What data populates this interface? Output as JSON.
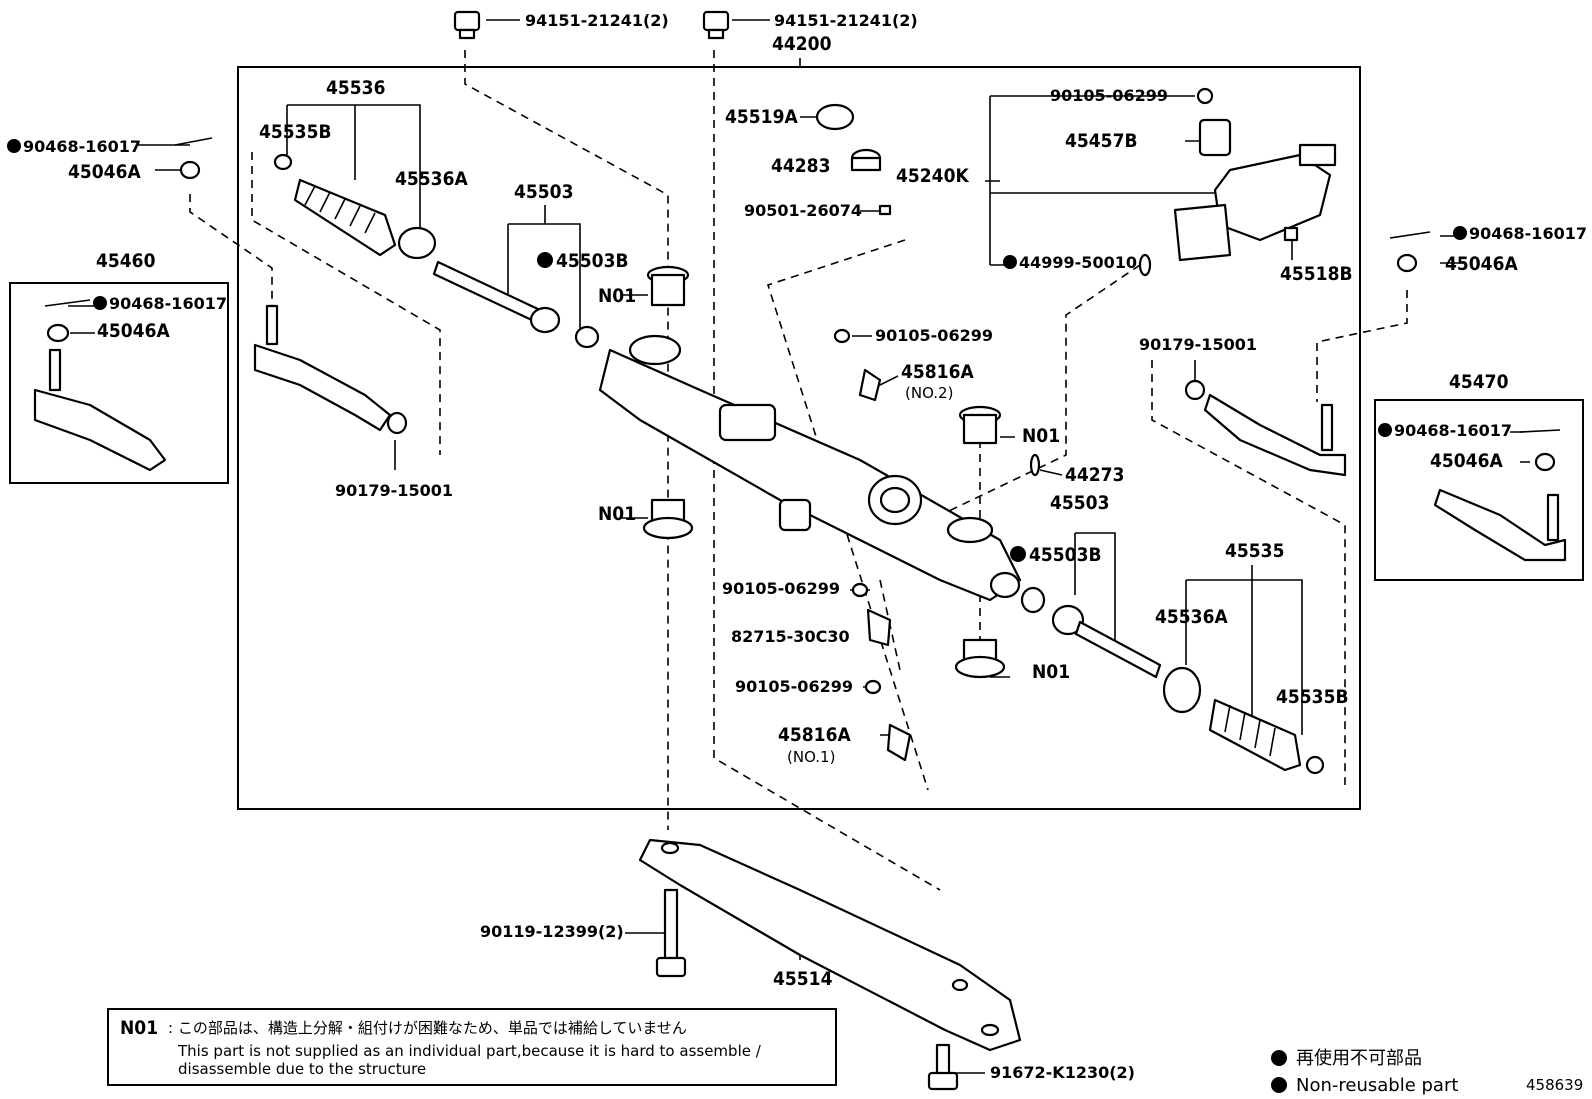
{
  "diagram": {
    "diagram_id": "458639",
    "labels": {
      "bolt_top_left": "94151-21241(2)",
      "bolt_top_right": "94151-21241(2)",
      "assembly_main": "44200",
      "boot_left_group": "45536",
      "clamp_left_small": "45535B",
      "clamp_left_large": "45536A",
      "tie_rod_left_group": "45503",
      "washer_left": "45503B",
      "cotter_pin_left": "90468-16017",
      "nut_left": "45046A",
      "tie_rod_end_left_group": "45460",
      "cotter_pin_left_box": "90468-16017",
      "nut_left_box": "45046A",
      "nut_left_end": "90179-15001",
      "bushing_top_left": "N01",
      "bushing_bottom_left": "N01",
      "seal_top": "45519A",
      "cap": "44283",
      "plug": "90501-26074",
      "valve_bolt_top": "90105-06299",
      "valve_housing": "45457B",
      "valve_assembly": "45240K",
      "oring": "44999-50010",
      "valve_bolt_right": "45518B",
      "bracket_bolt_upper": "90105-06299",
      "bracket_no2": "45816A",
      "bracket_no2_note": "(NO.2)",
      "bushing_center": "N01",
      "oring_center": "44273",
      "tie_rod_right_group": "45503",
      "washer_right": "45503B",
      "sensor_bolt": "90105-06299",
      "sensor": "82715-30C30",
      "bracket_bolt_lower": "90105-06299",
      "bracket_no1": "45816A",
      "bracket_no1_note": "(NO.1)",
      "bushing_bottom_right": "N01",
      "boot_right_group": "45535",
      "clamp_right_large": "45536A",
      "clamp_right_small": "45535B",
      "cotter_pin_right": "90468-16017",
      "nut_right": "45046A",
      "nut_right_end": "90179-15001",
      "tie_rod_end_right_group": "45470",
      "cotter_pin_right_box": "90468-16017",
      "nut_right_box": "45046A",
      "crossmember_bolt": "90119-12399(2)",
      "crossmember": "45514",
      "crossmember_bolt_right": "91672-K1230(2)"
    },
    "note": {
      "code": "N01",
      "jp": ": この部品は、構造上分解・組付けが困難なため、単品では補給していません",
      "en_line1": "This part is not supplied as an individual part,because it is hard to assemble /",
      "en_line2": "disassemble due to the structure"
    },
    "legend": {
      "jp": "再使用不可部品",
      "en": "Non-reusable part"
    }
  }
}
